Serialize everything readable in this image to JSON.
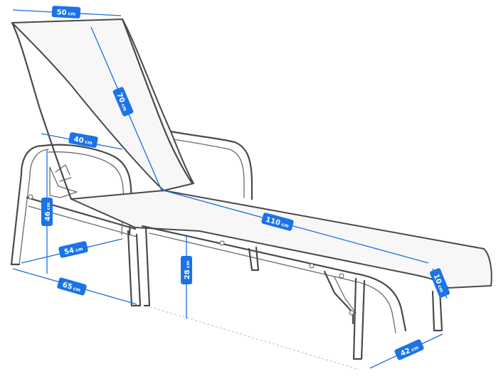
{
  "unit": "cm",
  "accent_color": "#1a73e8",
  "line_color": "#4a4a4a",
  "dimensions": [
    {
      "id": "backrest-width",
      "value": "50"
    },
    {
      "id": "backrest-length",
      "value": "70"
    },
    {
      "id": "seat-width",
      "value": "40"
    },
    {
      "id": "armrest-height",
      "value": "46"
    },
    {
      "id": "frame-width",
      "value": "54"
    },
    {
      "id": "frame-depth",
      "value": "65"
    },
    {
      "id": "seat-height",
      "value": "28"
    },
    {
      "id": "total-length",
      "value": "110"
    },
    {
      "id": "foot-thickness",
      "value": "10"
    },
    {
      "id": "foot-width",
      "value": "42"
    }
  ]
}
